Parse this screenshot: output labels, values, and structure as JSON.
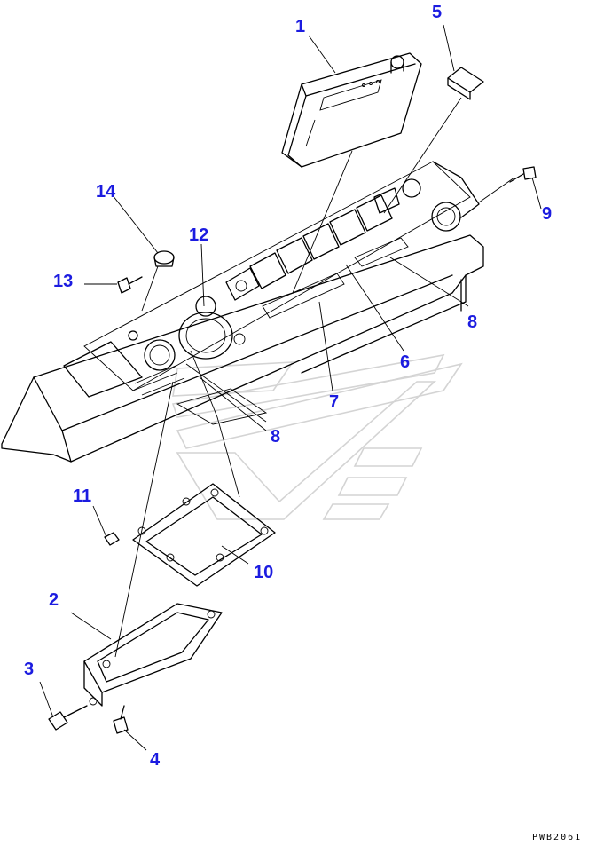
{
  "callouts": [
    {
      "id": "1",
      "text": "1"
    },
    {
      "id": "2",
      "text": "2"
    },
    {
      "id": "3",
      "text": "3"
    },
    {
      "id": "4",
      "text": "4"
    },
    {
      "id": "5",
      "text": "5"
    },
    {
      "id": "6",
      "text": "6"
    },
    {
      "id": "7",
      "text": "7"
    },
    {
      "id": "8a",
      "text": "8"
    },
    {
      "id": "8b",
      "text": "8"
    },
    {
      "id": "9",
      "text": "9"
    },
    {
      "id": "10",
      "text": "10"
    },
    {
      "id": "11",
      "text": "11"
    },
    {
      "id": "12",
      "text": "12"
    },
    {
      "id": "13",
      "text": "13"
    },
    {
      "id": "14",
      "text": "14"
    }
  ],
  "drawing_code": "PWB2061",
  "colors": {
    "label": "#1c1ce0",
    "line": "#000000",
    "watermark": "#d4d4d4"
  }
}
